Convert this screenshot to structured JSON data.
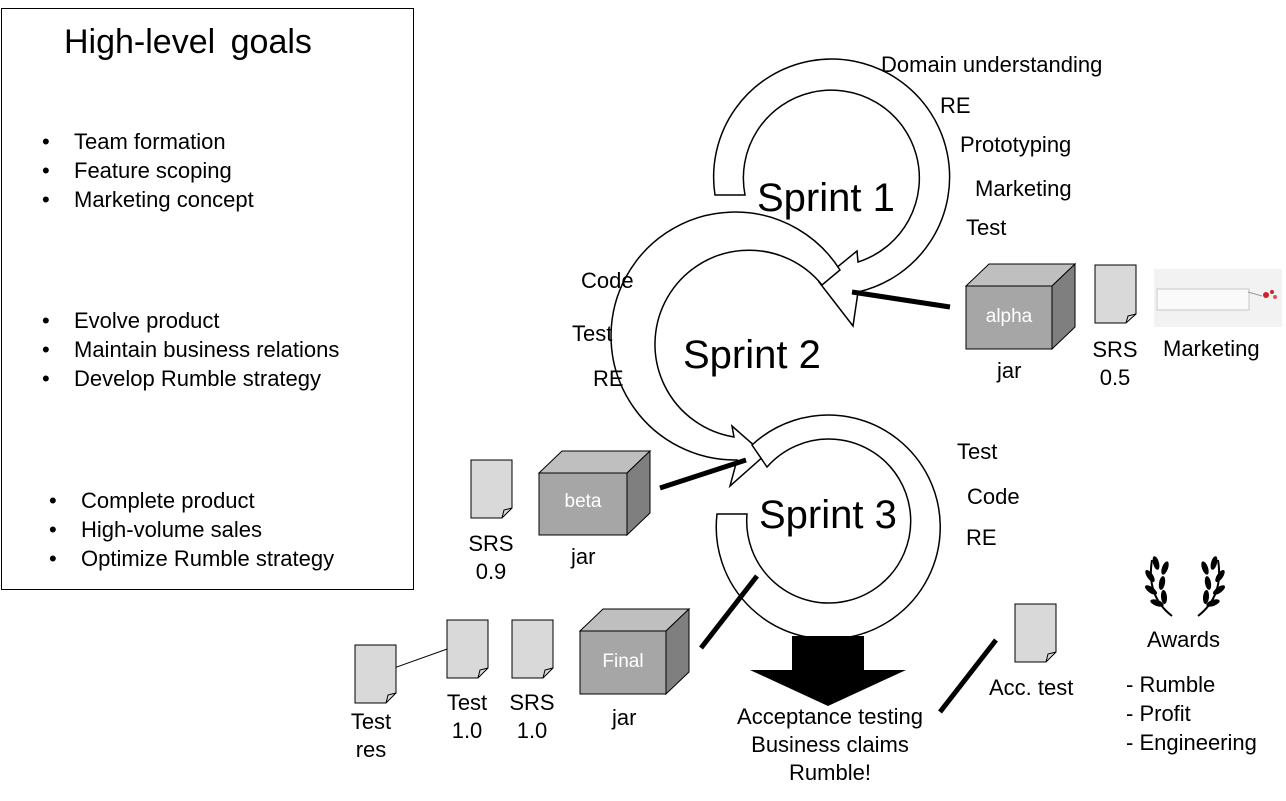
{
  "goals": {
    "title": "High-level goals",
    "group1": [
      "Team formation",
      "Feature scoping",
      "Marketing concept"
    ],
    "group2": [
      "Evolve product",
      "Maintain business relations",
      "Develop Rumble strategy"
    ],
    "group3": [
      "Complete product",
      "High-volume sales",
      "Optimize Rumble strategy"
    ]
  },
  "sprint1": {
    "label": "Sprint 1",
    "activities": [
      "Domain understanding",
      "RE",
      "Prototyping",
      "Marketing",
      "Test"
    ]
  },
  "sprint2": {
    "label": "Sprint 2",
    "activities": [
      "Code",
      "Test",
      "RE"
    ]
  },
  "sprint3": {
    "label": "Sprint 3",
    "activities": [
      "Test",
      "Code",
      "RE"
    ]
  },
  "artifacts": {
    "alpha": {
      "box": "alpha",
      "caption": "jar"
    },
    "srs05": {
      "line1": "SRS",
      "line2": "0.5"
    },
    "marketing": "Marketing",
    "beta": {
      "box": "beta",
      "caption": "jar"
    },
    "srs09": {
      "line1": "SRS",
      "line2": "0.9"
    },
    "final": {
      "box": "Final",
      "caption": "jar"
    },
    "srs10": {
      "line1": "SRS",
      "line2": "1.0"
    },
    "test10": {
      "line1": "Test",
      "line2": "1.0"
    },
    "testres": {
      "line1": "Test",
      "line2": "res"
    },
    "acctest": "Acc. test"
  },
  "outcome": {
    "lines": [
      "Acceptance testing",
      "Business claims",
      "Rumble!"
    ]
  },
  "awards": {
    "title": "Awards",
    "items": [
      "- Rumble",
      "- Profit",
      "- Engineering"
    ]
  },
  "colors": {
    "box_front": "#a6a6a6",
    "box_top": "#bfbfbf",
    "box_side": "#7f7f7f",
    "doc_fill": "#d9d9d9"
  }
}
